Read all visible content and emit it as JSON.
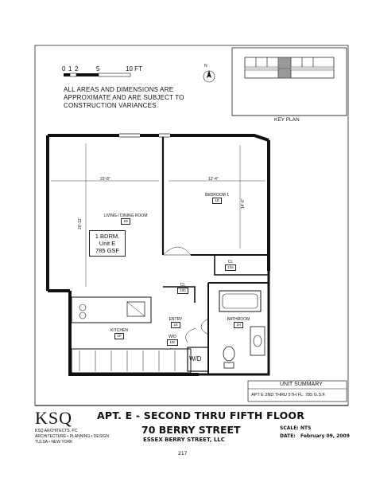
{
  "scale_bar": {
    "ticks": [
      "0",
      "1",
      "2",
      "5",
      "10 FT"
    ]
  },
  "notes": {
    "line1": "ALL AREAS AND DIMENSIONS ARE",
    "line2": "APPROXIMATE AND ARE SUBJECT TO",
    "line3": "CONSTRUCTION VARIANCES."
  },
  "compass": {
    "label": "N"
  },
  "key_plan": {
    "label": "KEY PLAN"
  },
  "rooms": {
    "living": {
      "name": "LIVING / DINING ROOM",
      "code": "1D"
    },
    "bedroom": {
      "name": "BEDROOM 1",
      "code": "1B"
    },
    "kitchen": {
      "name": "KITCHEN",
      "code": "1P"
    },
    "entry": {
      "name": "ENTRY",
      "code": "1E"
    },
    "bathroom": {
      "name": "BATHROOM",
      "code": "1H"
    },
    "closet_bed": {
      "name": "CL",
      "code": "10a"
    },
    "closet_entry": {
      "name": "CL",
      "code": "10b"
    },
    "wd_closet": {
      "name": "W/D",
      "code": "10c"
    },
    "wd": {
      "label": "W/D"
    }
  },
  "dimensions": {
    "living_width": "23'-8\"",
    "living_depth": "20'-11\"",
    "bedroom_width": "12'-4\"",
    "bedroom_depth": "14'-6\""
  },
  "unit_box": {
    "line1": "1 BDRM.",
    "line2": "Unit E",
    "line3": "785 GSF"
  },
  "unit_summary": {
    "title": "UNIT SUMMARY",
    "text": "APT E 2ND THRU 5TH FL: 785 G.S.F."
  },
  "firm": {
    "logo": "KSQ",
    "line1": "KSQ ARCHITECTS, PC",
    "line2": "ARCHITECTURE • PLANNING • DESIGN",
    "line3": "TULSA • NEW YORK"
  },
  "title_block": {
    "title": "APT. E - SECOND THRU FIFTH FLOOR",
    "address": "70 BERRY STREET",
    "owner": "ESSEX BERRY STREET, LLC",
    "scale_label": "SCALE:",
    "scale_value": "NTS",
    "date_label": "DATE:",
    "date_value": "February 09, 2009"
  },
  "page_number": "217"
}
